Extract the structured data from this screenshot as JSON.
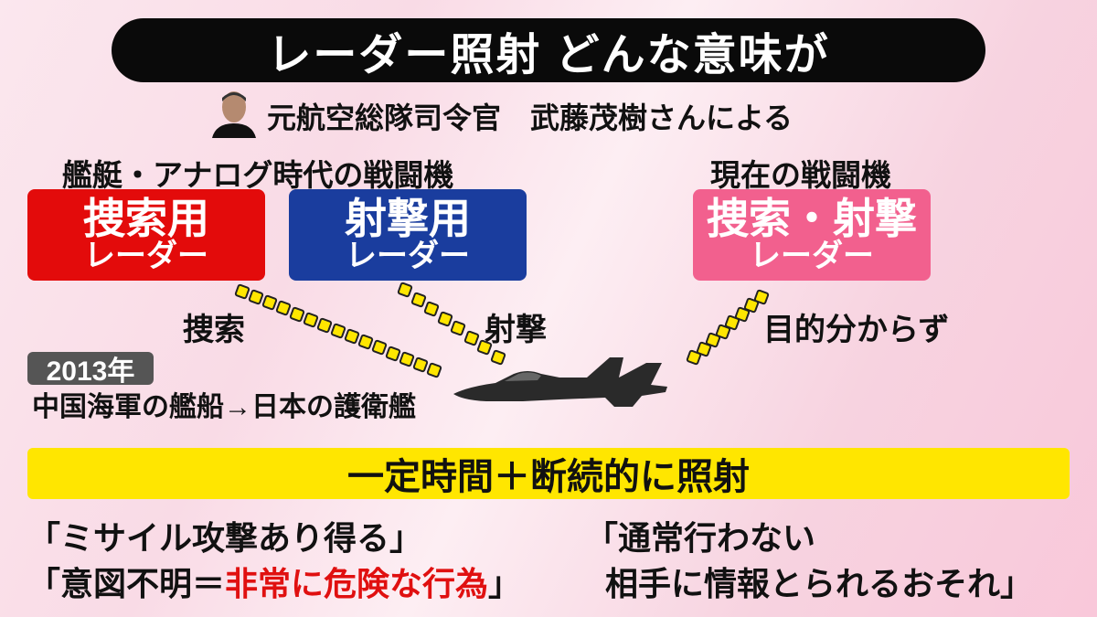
{
  "title": "レーダー照射 どんな意味が",
  "source": "元航空総隊司令官　武藤茂樹さんによる",
  "old_caption": "艦艇・アナログ時代の戦闘機",
  "new_caption": "現在の戦闘機",
  "boxes": [
    {
      "line1": "捜索用",
      "line2": "レーダー",
      "color": "#e30b0b"
    },
    {
      "line1": "射撃用",
      "line2": "レーダー",
      "color": "#1a3d9e"
    },
    {
      "line1": "捜索・射撃",
      "line2": "レーダー",
      "color": "#f2608e"
    }
  ],
  "labels": {
    "search": "捜索",
    "shoot": "射撃",
    "unknown": "目的分からず"
  },
  "year": "2013年",
  "incident": "中国海軍の艦船→日本の護衛艦",
  "highlight": "一定時間＋断続的に照射",
  "quotes": {
    "left1": "「ミサイル攻撃あり得る」",
    "left2_a": "「意図不明＝",
    "left2_b": "非常に危険な行為",
    "left2_c": "」",
    "right1": "「通常行わない",
    "right2": "相手に情報とられるおそれ」"
  }
}
